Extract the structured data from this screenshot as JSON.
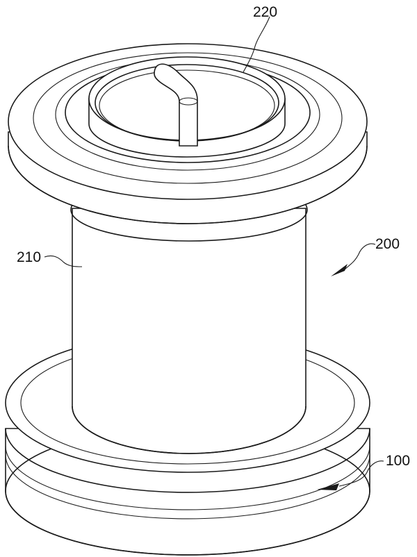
{
  "figure": {
    "labels": {
      "base": "100",
      "spool_assembly": "200",
      "cylinder_body": "210",
      "top_cup": "220"
    }
  }
}
